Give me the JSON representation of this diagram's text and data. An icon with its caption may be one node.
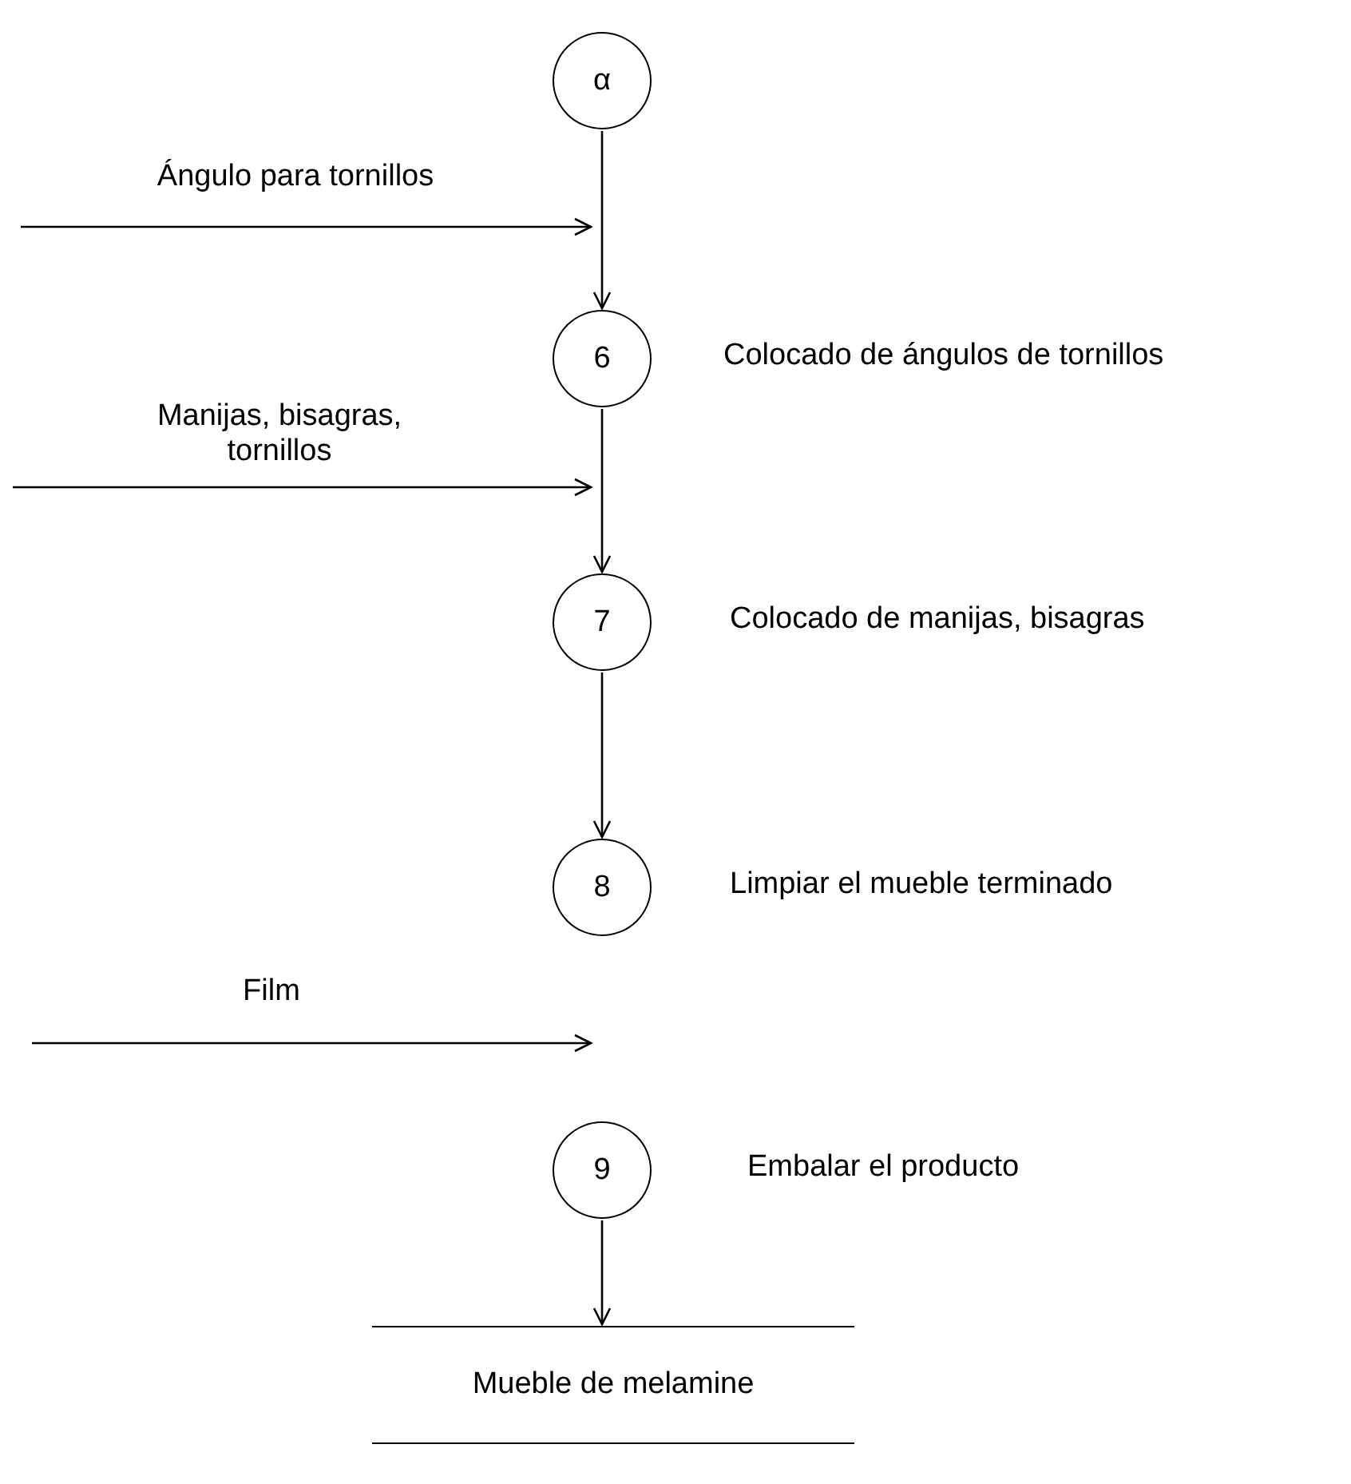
{
  "diagram": {
    "nodes": [
      {
        "text": [
          "α"
        ]
      },
      {
        "text": [
          "6"
        ],
        "beside": [
          "Colocado de ángulos de tornillos"
        ]
      },
      {
        "text": [
          "7"
        ],
        "beside": [
          "Colocado de manijas, bisagras"
        ]
      },
      {
        "text": [
          "8"
        ],
        "beside": [
          "Limpiar el mueble terminado"
        ]
      },
      {
        "text": [
          "9"
        ],
        "beside": [
          "Embalar el producto"
        ]
      },
      {
        "text": [
          "Mueble de melamine"
        ]
      }
    ],
    "edges": [
      {
        "from": 0,
        "to": 1,
        "arrow": "to"
      },
      {
        "from": null,
        "to": 1,
        "arrow": "to",
        "label": "Ángulo para tornillos"
      },
      {
        "from": 1,
        "to": 2,
        "arrow": "to"
      },
      {
        "from": null,
        "to": 2,
        "arrow": "to",
        "label": "Manijas, bisagras, tornillos"
      },
      {
        "from": 2,
        "to": 3,
        "arrow": "to"
      },
      {
        "from": null,
        "to": 4,
        "arrow": "to",
        "label": "Film"
      },
      {
        "from": 4,
        "to": 5,
        "arrow": "to"
      }
    ]
  }
}
